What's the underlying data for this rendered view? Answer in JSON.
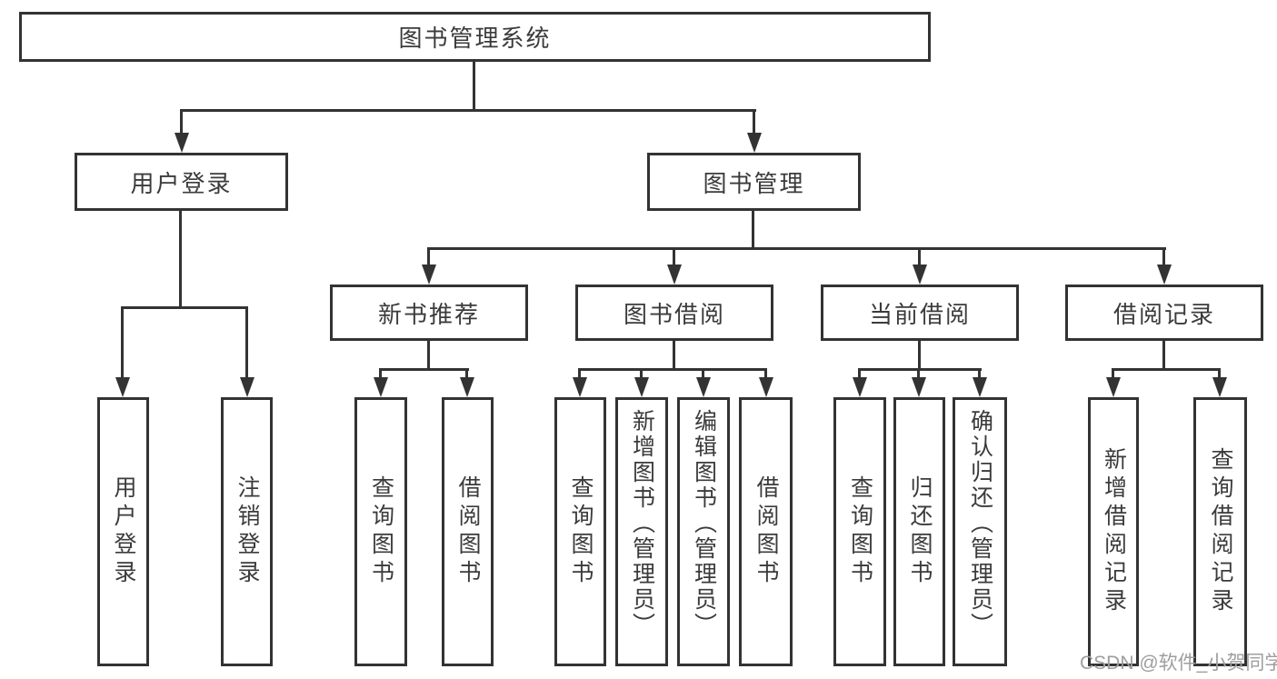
{
  "diagram": {
    "root": {
      "label": "图书管理系统"
    },
    "level2": [
      {
        "label": "用户登录"
      },
      {
        "label": "图书管理"
      }
    ],
    "level3": [
      {
        "label": "新书推荐"
      },
      {
        "label": "图书借阅"
      },
      {
        "label": "当前借阅"
      },
      {
        "label": "借阅记录"
      }
    ],
    "leaves": {
      "user_login": [
        {
          "label": "用户登录"
        },
        {
          "label": "注销登录"
        }
      ],
      "new_book": [
        {
          "label": "查询图书"
        },
        {
          "label": "借阅图书"
        }
      ],
      "book_borrow": [
        {
          "label": "查询图书"
        },
        {
          "label": "新增图书（管理员）"
        },
        {
          "label": "编辑图书（管理员）"
        },
        {
          "label": "借阅图书"
        }
      ],
      "current_borrow": [
        {
          "label": "查询图书"
        },
        {
          "label": "归还图书"
        },
        {
          "label": "确认归还（管理员）"
        }
      ],
      "borrow_record": [
        {
          "label": "新增借阅记录"
        },
        {
          "label": "查询借阅记录"
        }
      ]
    }
  },
  "watermark": {
    "text": "CSDN @软件_小贺同学"
  },
  "colors": {
    "line": "#333333",
    "text": "#3b3b3b",
    "watermark": "#9e9e9e",
    "background": "#ffffff"
  }
}
